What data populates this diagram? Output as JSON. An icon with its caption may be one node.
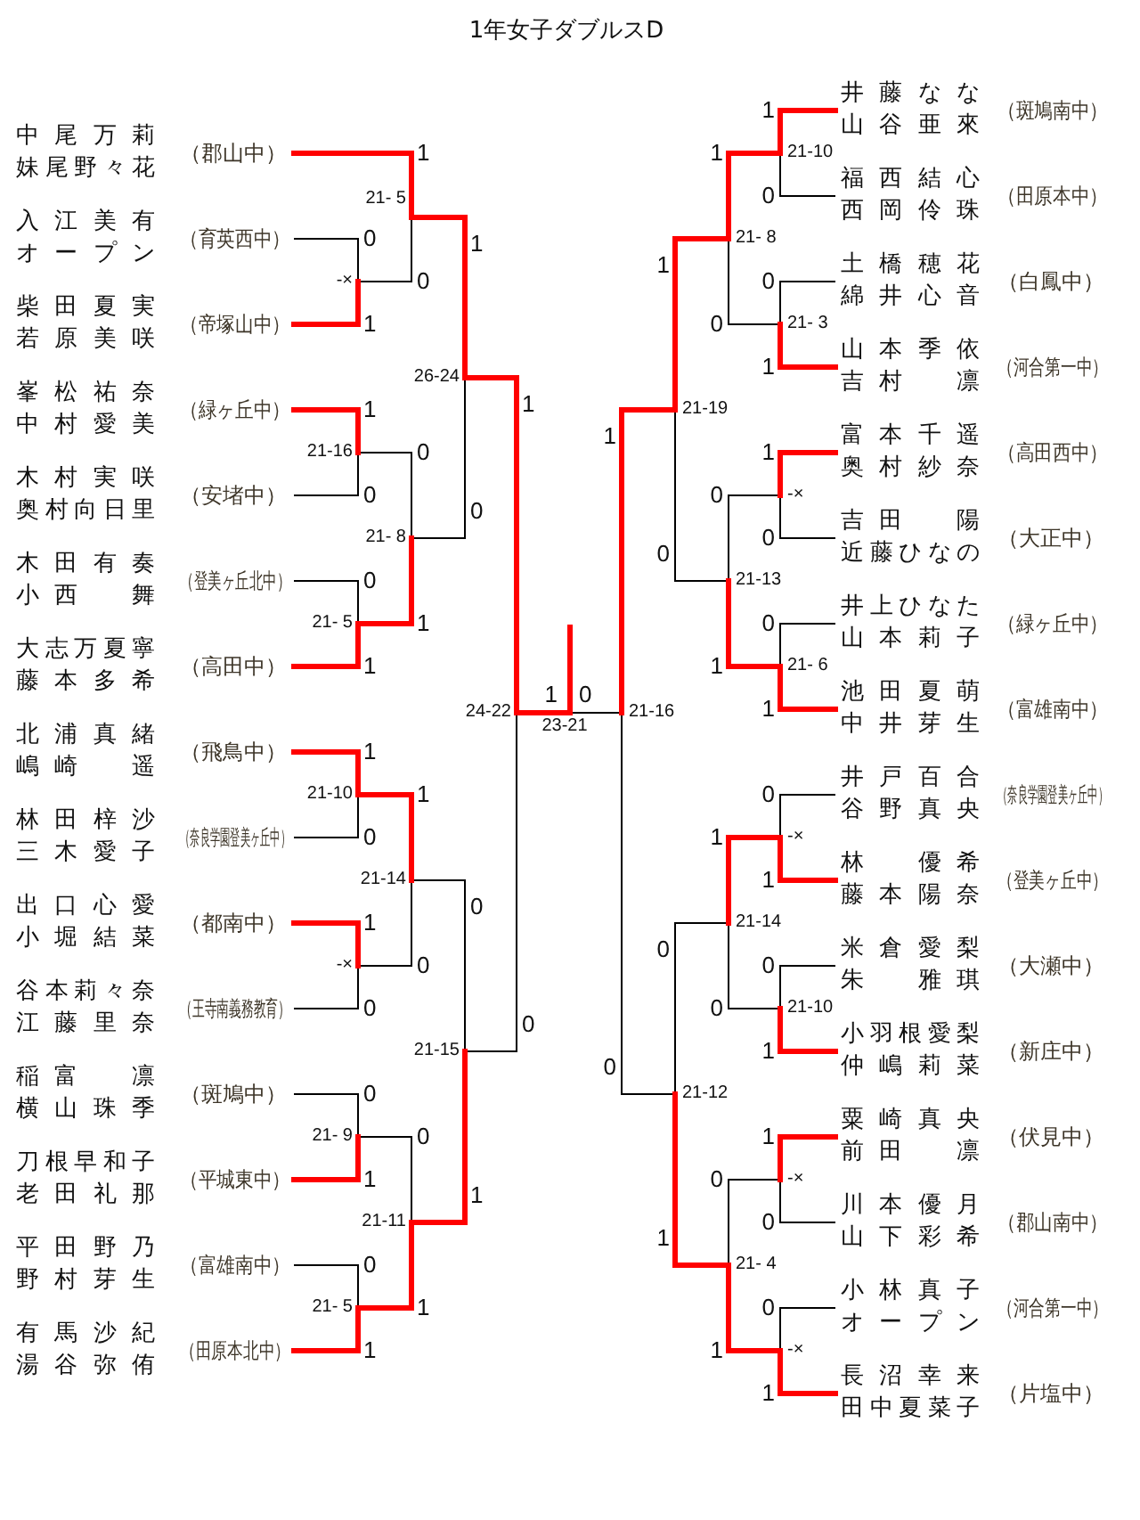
{
  "diagram": {
    "title": "1年女子ダブルスD",
    "nodes": [
      {
        "text": [
          "中尾 万莉",
          "妹尾 野々花",
          "（郡山中）"
        ]
      },
      {
        "text": [
          "入江 美有",
          "オープン",
          "（育英西中）"
        ]
      },
      {
        "text": [
          "柴田 夏実",
          "若原 美咲",
          "（帝塚山中）"
        ]
      },
      {
        "text": [
          "峯松 祐奈",
          "中村 愛美",
          "（緑ヶ丘中）"
        ]
      },
      {
        "text": [
          "木村 実咲",
          "奥村 向日里",
          "（安堵中）"
        ]
      },
      {
        "text": [
          "木田 有奏",
          "小西 舞",
          "（登美ヶ丘北中）"
        ]
      },
      {
        "text": [
          "大志万 夏寧",
          "藤本 多希",
          "（高田中）"
        ]
      },
      {
        "text": [
          "北浦 真緒",
          "嶋崎 遥",
          "（飛鳥中）"
        ]
      },
      {
        "text": [
          "林田 梓沙",
          "三木 愛子",
          "（奈良学園登美ヶ丘中）"
        ]
      },
      {
        "text": [
          "出口 心愛",
          "小堀 結菜",
          "（都南中）"
        ]
      },
      {
        "text": [
          "谷本 莉々奈",
          "江藤 里奈",
          "（王寺南義務教育）"
        ]
      },
      {
        "text": [
          "稲富 凛",
          "横山 珠季",
          "（斑鳩中）"
        ]
      },
      {
        "text": [
          "刀根 早和子",
          "老田 礼那",
          "（平城東中）"
        ]
      },
      {
        "text": [
          "平田 野乃",
          "野村 芽生",
          "（富雄南中）"
        ]
      },
      {
        "text": [
          "有馬 沙紀",
          "湯谷 弥侑",
          "（田原本北中）"
        ]
      },
      {
        "text": [
          "井藤 なな",
          "山谷 亜來",
          "（斑鳩南中）"
        ]
      },
      {
        "text": [
          "福西 結心",
          "西岡 伶珠",
          "（田原本中）"
        ]
      },
      {
        "text": [
          "土橋 穂花",
          "綿井 心音",
          "（白鳳中）"
        ]
      },
      {
        "text": [
          "山本 季依",
          "吉村 凛",
          "（河合第一中）"
        ]
      },
      {
        "text": [
          "富本 千遥",
          "奥村 紗奈",
          "（高田西中）"
        ]
      },
      {
        "text": [
          "吉田 陽",
          "近藤 ひなの",
          "（大正中）"
        ]
      },
      {
        "text": [
          "井上 ひなた",
          "山本 莉子",
          "（緑ヶ丘中）"
        ]
      },
      {
        "text": [
          "池田 夏萌",
          "中井 芽生",
          "（富雄南中）"
        ]
      },
      {
        "text": [
          "井戸 百合",
          "谷野 真央",
          "（奈良学園登美ヶ丘中）"
        ]
      },
      {
        "text": [
          "林 優希",
          "藤本 陽奈",
          "（登美ヶ丘中）"
        ]
      },
      {
        "text": [
          "米倉 愛梨",
          "朱 雅琪",
          "（大瀬中）"
        ]
      },
      {
        "text": [
          "小羽根 愛梨",
          "仲嶋 莉菜",
          "（新庄中）"
        ]
      },
      {
        "text": [
          "粟崎 真央",
          "前田 凛",
          "（伏見中）"
        ]
      },
      {
        "text": [
          "川本 優月",
          "山下 彩希",
          "（郡山南中）"
        ]
      },
      {
        "text": [
          "小林 真子",
          "オープン",
          "（河合第一中）"
        ]
      },
      {
        "text": [
          "長沼 幸来",
          "田中 夏菜子",
          "（片塩中）"
        ]
      },
      {
        "text": [
          "-×"
        ]
      },
      {
        "text": [
          "21- 5"
        ]
      },
      {
        "text": [
          "21-16"
        ]
      },
      {
        "text": [
          "21- 5"
        ]
      },
      {
        "text": [
          "21- 8"
        ]
      },
      {
        "text": [
          "26-24"
        ]
      },
      {
        "text": [
          "21-10"
        ]
      },
      {
        "text": [
          "-×"
        ]
      },
      {
        "text": [
          "21-14"
        ]
      },
      {
        "text": [
          "21- 9"
        ]
      },
      {
        "text": [
          "21- 5"
        ]
      },
      {
        "text": [
          "21-11"
        ]
      },
      {
        "text": [
          "21-15"
        ]
      },
      {
        "text": [
          "24-22"
        ]
      },
      {
        "text": [
          "23-21"
        ]
      },
      {
        "text": [
          "21-10"
        ]
      },
      {
        "text": [
          "21- 3"
        ]
      },
      {
        "text": [
          "21- 8"
        ]
      },
      {
        "text": [
          "-×"
        ]
      },
      {
        "text": [
          "21- 6"
        ]
      },
      {
        "text": [
          "21-13"
        ]
      },
      {
        "text": [
          "21-19"
        ]
      },
      {
        "text": [
          "-×"
        ]
      },
      {
        "text": [
          "21-10"
        ]
      },
      {
        "text": [
          "21-14"
        ]
      },
      {
        "text": [
          "-×"
        ]
      },
      {
        "text": [
          "-×"
        ]
      },
      {
        "text": [
          "21- 4"
        ]
      },
      {
        "text": [
          "21-12"
        ]
      },
      {
        "text": [
          "21-16"
        ]
      }
    ],
    "edges": [
      {
        "from": 0,
        "to": 32,
        "arrow": "none",
        "label": "1",
        "style": "thick",
        "color": "#ff0000"
      },
      {
        "from": 1,
        "to": 31,
        "arrow": "none",
        "label": "0",
        "color": "#000000"
      },
      {
        "from": 2,
        "to": 31,
        "arrow": "none",
        "label": "1",
        "style": "thick",
        "color": "#ff0000"
      },
      {
        "from": 31,
        "to": 32,
        "arrow": "none",
        "label": "0",
        "color": "#000000"
      },
      {
        "from": 3,
        "to": 33,
        "arrow": "none",
        "label": "1",
        "style": "thick",
        "color": "#ff0000"
      },
      {
        "from": 4,
        "to": 33,
        "arrow": "none",
        "label": "0",
        "color": "#000000"
      },
      {
        "from": 5,
        "to": 34,
        "arrow": "none",
        "label": "0",
        "color": "#000000"
      },
      {
        "from": 6,
        "to": 34,
        "arrow": "none",
        "label": "1",
        "style": "thick",
        "color": "#ff0000"
      },
      {
        "from": 33,
        "to": 35,
        "arrow": "none",
        "label": "0",
        "color": "#000000"
      },
      {
        "from": 34,
        "to": 35,
        "arrow": "none",
        "label": "1",
        "style": "thick",
        "color": "#ff0000"
      },
      {
        "from": 32,
        "to": 36,
        "arrow": "none",
        "label": "1",
        "style": "thick",
        "color": "#ff0000"
      },
      {
        "from": 35,
        "to": 36,
        "arrow": "none",
        "label": "0",
        "color": "#000000"
      },
      {
        "from": 7,
        "to": 37,
        "arrow": "none",
        "label": "1",
        "style": "thick",
        "color": "#ff0000"
      },
      {
        "from": 8,
        "to": 37,
        "arrow": "none",
        "label": "0",
        "color": "#000000"
      },
      {
        "from": 9,
        "to": 38,
        "arrow": "none",
        "label": "1",
        "style": "thick",
        "color": "#ff0000"
      },
      {
        "from": 10,
        "to": 38,
        "arrow": "none",
        "label": "0",
        "color": "#000000"
      },
      {
        "from": 37,
        "to": 39,
        "arrow": "none",
        "label": "1",
        "style": "thick",
        "color": "#ff0000"
      },
      {
        "from": 38,
        "to": 39,
        "arrow": "none",
        "label": "0",
        "color": "#000000"
      },
      {
        "from": 11,
        "to": 40,
        "arrow": "none",
        "label": "0",
        "color": "#000000"
      },
      {
        "from": 12,
        "to": 40,
        "arrow": "none",
        "label": "1",
        "style": "thick",
        "color": "#ff0000"
      },
      {
        "from": 13,
        "to": 41,
        "arrow": "none",
        "label": "0",
        "color": "#000000"
      },
      {
        "from": 14,
        "to": 41,
        "arrow": "none",
        "label": "1",
        "style": "thick",
        "color": "#ff0000"
      },
      {
        "from": 40,
        "to": 42,
        "arrow": "none",
        "label": "0",
        "color": "#000000"
      },
      {
        "from": 41,
        "to": 42,
        "arrow": "none",
        "label": "1",
        "style": "thick",
        "color": "#ff0000"
      },
      {
        "from": 39,
        "to": 43,
        "arrow": "none",
        "label": "0",
        "color": "#000000"
      },
      {
        "from": 42,
        "to": 43,
        "arrow": "none",
        "label": "1",
        "style": "thick",
        "color": "#ff0000"
      },
      {
        "from": 36,
        "to": 44,
        "arrow": "none",
        "label": "1",
        "style": "thick",
        "color": "#ff0000"
      },
      {
        "from": 43,
        "to": 44,
        "arrow": "none",
        "label": "0",
        "color": "#000000"
      },
      {
        "from": 44,
        "to": 45,
        "arrow": "none",
        "label": "1",
        "style": "thick",
        "color": "#ff0000"
      },
      {
        "from": 60,
        "to": 45,
        "arrow": "none",
        "label": "0",
        "color": "#000000"
      },
      {
        "from": 15,
        "to": 46,
        "arrow": "none",
        "label": "1",
        "style": "thick",
        "color": "#ff0000"
      },
      {
        "from": 16,
        "to": 46,
        "arrow": "none",
        "label": "0",
        "color": "#000000"
      },
      {
        "from": 17,
        "to": 47,
        "arrow": "none",
        "label": "0",
        "color": "#000000"
      },
      {
        "from": 18,
        "to": 47,
        "arrow": "none",
        "label": "1",
        "style": "thick",
        "color": "#ff0000"
      },
      {
        "from": 46,
        "to": 48,
        "arrow": "none",
        "label": "1",
        "style": "thick",
        "color": "#ff0000"
      },
      {
        "from": 47,
        "to": 48,
        "arrow": "none",
        "label": "0",
        "color": "#000000"
      },
      {
        "from": 19,
        "to": 49,
        "arrow": "none",
        "label": "1",
        "style": "thick",
        "color": "#ff0000"
      },
      {
        "from": 20,
        "to": 49,
        "arrow": "none",
        "label": "0",
        "color": "#000000"
      },
      {
        "from": 21,
        "to": 50,
        "arrow": "none",
        "label": "0",
        "color": "#000000"
      },
      {
        "from": 22,
        "to": 50,
        "arrow": "none",
        "label": "1",
        "style": "thick",
        "color": "#ff0000"
      },
      {
        "from": 49,
        "to": 51,
        "arrow": "none",
        "label": "0",
        "color": "#000000"
      },
      {
        "from": 50,
        "to": 51,
        "arrow": "none",
        "label": "1",
        "style": "thick",
        "color": "#ff0000"
      },
      {
        "from": 48,
        "to": 52,
        "arrow": "none",
        "label": "1",
        "style": "thick",
        "color": "#ff0000"
      },
      {
        "from": 51,
        "to": 52,
        "arrow": "none",
        "label": "0",
        "color": "#000000"
      },
      {
        "from": 23,
        "to": 53,
        "arrow": "none",
        "label": "0",
        "color": "#000000"
      },
      {
        "from": 24,
        "to": 53,
        "arrow": "none",
        "label": "1",
        "style": "thick",
        "color": "#ff0000"
      },
      {
        "from": 25,
        "to": 54,
        "arrow": "none",
        "label": "0",
        "color": "#000000"
      },
      {
        "from": 26,
        "to": 54,
        "arrow": "none",
        "label": "1",
        "style": "thick",
        "color": "#ff0000"
      },
      {
        "from": 53,
        "to": 55,
        "arrow": "none",
        "label": "1",
        "style": "thick",
        "color": "#ff0000"
      },
      {
        "from": 54,
        "to": 55,
        "arrow": "none",
        "label": "0",
        "color": "#000000"
      },
      {
        "from": 27,
        "to": 56,
        "arrow": "none",
        "label": "1",
        "style": "thick",
        "color": "#ff0000"
      },
      {
        "from": 28,
        "to": 56,
        "arrow": "none",
        "label": "0",
        "color": "#000000"
      },
      {
        "from": 29,
        "to": 57,
        "arrow": "none",
        "label": "0",
        "color": "#000000"
      },
      {
        "from": 30,
        "to": 57,
        "arrow": "none",
        "label": "1",
        "style": "thick",
        "color": "#ff0000"
      },
      {
        "from": 56,
        "to": 58,
        "arrow": "none",
        "label": "0",
        "color": "#000000"
      },
      {
        "from": 57,
        "to": 58,
        "arrow": "none",
        "label": "1",
        "style": "thick",
        "color": "#ff0000"
      },
      {
        "from": 55,
        "to": 59,
        "arrow": "none",
        "label": "0",
        "color": "#000000"
      },
      {
        "from": 58,
        "to": 59,
        "arrow": "none",
        "label": "1",
        "style": "thick",
        "color": "#ff0000"
      },
      {
        "from": 52,
        "to": 60,
        "arrow": "none",
        "label": "1",
        "style": "thick",
        "color": "#ff0000"
      },
      {
        "from": 59,
        "to": 60,
        "arrow": "none",
        "label": "0",
        "color": "#000000"
      }
    ]
  }
}
